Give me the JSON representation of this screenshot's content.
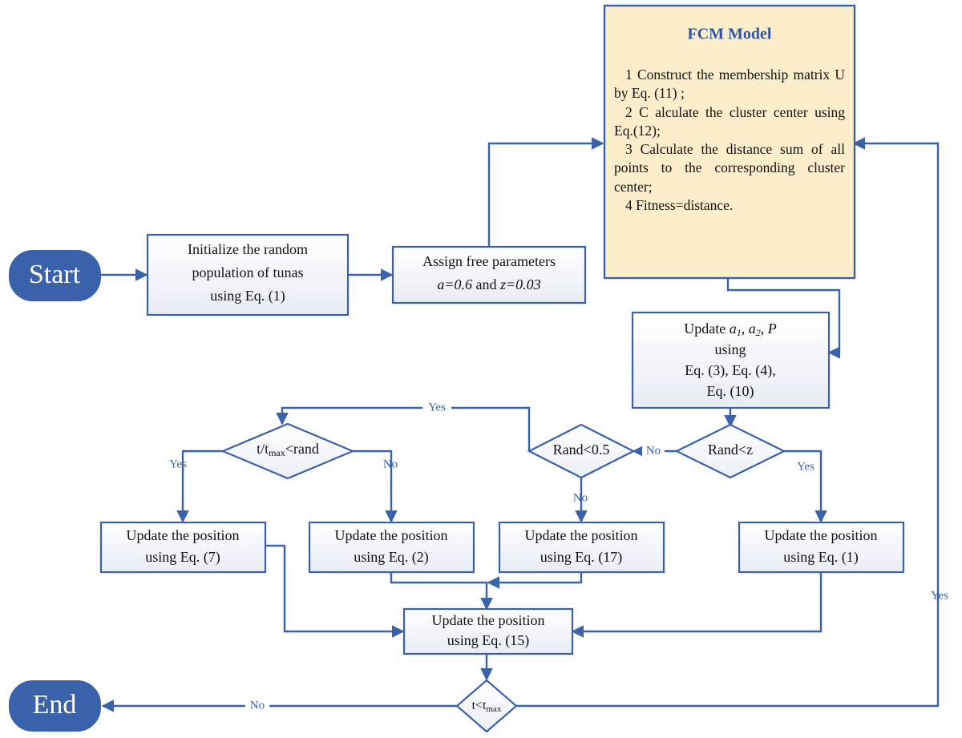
{
  "diagram": {
    "title": "TSO-FCM algorithm flowchart",
    "colors": {
      "line": "#3a62ab",
      "box_border": "#3a62ab",
      "box_fill_top": "#ffffff",
      "box_fill_bottom": "#eceff5",
      "terminator_fill": "#3a62ab",
      "terminator_text": "#ffffff",
      "fcm_fill": "#fdeecb",
      "fcm_border": "#3a62ab",
      "fcm_title_color": "#2a55a5",
      "label_color": "#3a62ab",
      "text_color": "#111111"
    }
  },
  "nodes": {
    "start": {
      "label": "Start",
      "shape": "terminator"
    },
    "end": {
      "label": "End",
      "shape": "terminator"
    },
    "init_population": {
      "shape": "process",
      "lines": [
        "Initialize the random",
        "population of tunas",
        "using Eq. (1)"
      ]
    },
    "assign_parameters": {
      "shape": "process",
      "line1": "Assign free parameters",
      "line2_a": "a",
      "line2_eq1": "=0.6",
      "line2_and": " and ",
      "line2_z": "z",
      "line2_eq2": "=0.03"
    },
    "fcm_model": {
      "shape": "process-highlight",
      "title": "FCM Model",
      "items": [
        "1 Construct the membership matrix U by Eq. (11)    ;",
        "2 C alculate the cluster center using Eq.(12);",
        "3 Calculate the distance sum of all points to the corresponding cluster center;",
        "4 Fitness=distance."
      ]
    },
    "update_params": {
      "shape": "process",
      "line1_pre": "Update  ",
      "line1_a1": "a",
      "line1_a1sub": "1",
      "line1_sep1": ", ",
      "line1_a2": "a",
      "line1_a2sub": "2",
      "line1_sep2": ", ",
      "line1_P": "P",
      "line2": "using",
      "line3": "Eq. (3), Eq. (4),",
      "line4": "Eq. (10)"
    },
    "dec_trand": {
      "shape": "decision",
      "text_pre": "t/t",
      "text_sub": "max",
      "text_post": "<rand"
    },
    "dec_rand05": {
      "shape": "decision",
      "label": "Rand<0.5"
    },
    "dec_randz": {
      "shape": "decision",
      "label": "Rand<z"
    },
    "dec_tmax": {
      "shape": "decision",
      "text_pre": "t<t",
      "text_sub": "max"
    },
    "update_eq7": {
      "shape": "process",
      "lines": [
        "Update the position",
        "using Eq. (7)"
      ]
    },
    "update_eq2": {
      "shape": "process",
      "lines": [
        "Update the position",
        "using Eq. (2)"
      ]
    },
    "update_eq17": {
      "shape": "process",
      "lines": [
        "Update the position",
        "using Eq. (17)"
      ]
    },
    "update_eq1": {
      "shape": "process",
      "lines": [
        "Update the position",
        "using Eq. (1)"
      ]
    },
    "update_eq15": {
      "shape": "process",
      "lines": [
        "Update the position",
        "using Eq. (15)"
      ]
    }
  },
  "edge_labels": {
    "yes_to_trand": "Yes",
    "yes_trand_left": "Yes",
    "no_trand_right": "No",
    "no_rand05_down": "No",
    "no_randz_left": "No",
    "yes_randz_right": "Yes",
    "no_tmax_end": "No",
    "yes_tmax_loop": "Yes"
  },
  "edges": [
    {
      "from": "start",
      "to": "init_population",
      "label": ""
    },
    {
      "from": "init_population",
      "to": "assign_parameters",
      "label": ""
    },
    {
      "from": "assign_parameters",
      "to": "fcm_model",
      "label": ""
    },
    {
      "from": "fcm_model",
      "to": "update_params",
      "label": ""
    },
    {
      "from": "update_params",
      "to": "dec_randz",
      "label": ""
    },
    {
      "from": "dec_randz",
      "to": "dec_rand05",
      "label": "No"
    },
    {
      "from": "dec_randz",
      "to": "update_eq1",
      "label": "Yes"
    },
    {
      "from": "dec_rand05",
      "to": "dec_trand",
      "label": "Yes"
    },
    {
      "from": "dec_rand05",
      "to": "update_eq17",
      "label": "No"
    },
    {
      "from": "dec_trand",
      "to": "update_eq7",
      "label": "Yes"
    },
    {
      "from": "dec_trand",
      "to": "update_eq2",
      "label": "No"
    },
    {
      "from": "update_eq7",
      "to": "update_eq15",
      "label": ""
    },
    {
      "from": "update_eq2",
      "to": "update_eq15",
      "label": ""
    },
    {
      "from": "update_eq17",
      "to": "update_eq15",
      "label": ""
    },
    {
      "from": "update_eq1",
      "to": "update_eq15",
      "label": ""
    },
    {
      "from": "update_eq15",
      "to": "dec_tmax",
      "label": ""
    },
    {
      "from": "dec_tmax",
      "to": "end",
      "label": "No"
    },
    {
      "from": "dec_tmax",
      "to": "fcm_model",
      "label": "Yes"
    }
  ]
}
